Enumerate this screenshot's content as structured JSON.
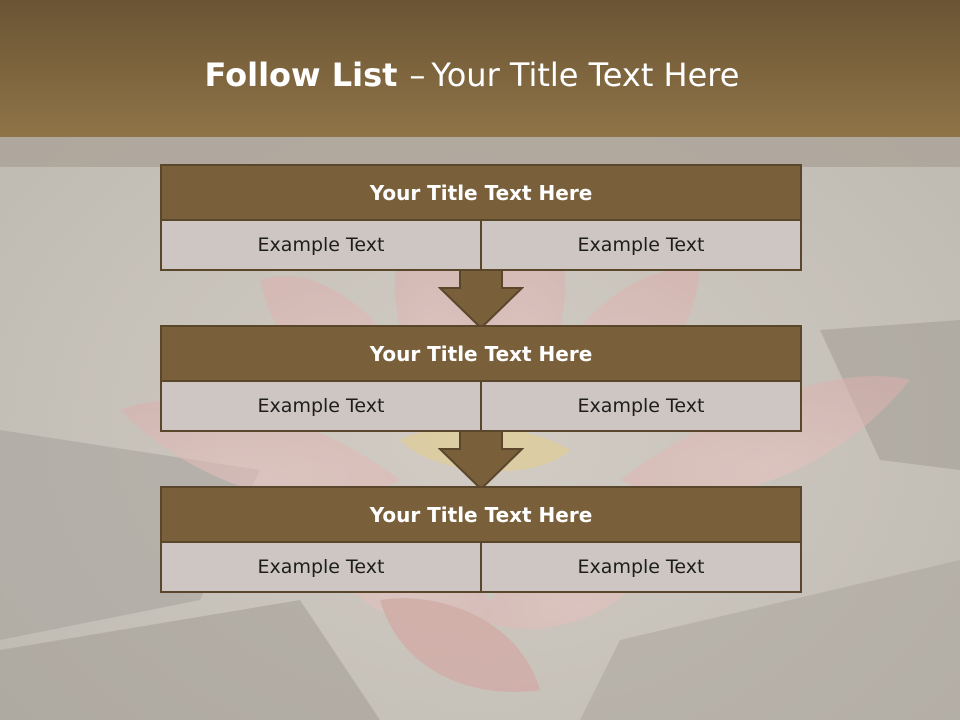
{
  "slide": {
    "title_bold": "Follow List",
    "title_dash": "–",
    "title_rest": "Your Title Text Here"
  },
  "blocks": [
    {
      "title": "Your Title Text Here",
      "cells": [
        "Example Text",
        "Example Text"
      ]
    },
    {
      "title": "Your Title Text Here",
      "cells": [
        "Example Text",
        "Example Text"
      ]
    },
    {
      "title": "Your Title Text Here",
      "cells": [
        "Example Text",
        "Example Text"
      ]
    }
  ],
  "colors": {
    "header": "#8f7447",
    "block_title": "#7a5f3b",
    "cell": "#cdc6c2",
    "arrow": "#7a5f3b"
  }
}
